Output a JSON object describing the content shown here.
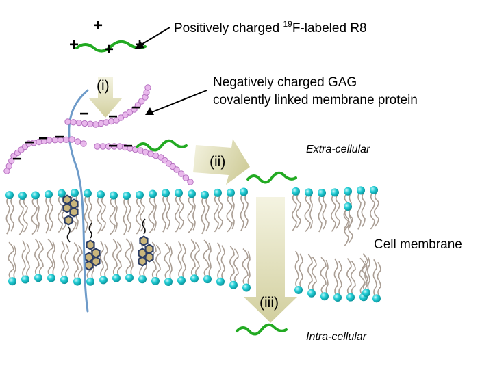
{
  "labels": {
    "peptide_prefix": "Positively charged ",
    "peptide_superscript": "19",
    "peptide_suffix": "F-labeled R8",
    "gag_line1": "Negatively charged GAG",
    "gag_line2": "covalently linked membrane protein",
    "extracellular": "Extra-cellular",
    "intracellular": "Intra-cellular",
    "membrane": "Cell membrane"
  },
  "steps": {
    "i": "(i)",
    "ii": "(ii)",
    "iii": "(iii)"
  },
  "charges": {
    "plus": "+",
    "minus": "−"
  },
  "colors": {
    "peptide": "#22aa22",
    "gag_bead": "#e9b8ec",
    "gag_outline": "#b46fbf",
    "lipid_head": "#19c7cf",
    "lipid_tail": "#a99d93",
    "protein_strand": "#6e9bc9",
    "arrow_fill": "#e1dfb8",
    "sterol_fill": "#c9b57c",
    "sterol_outline": "#2b3c64"
  }
}
